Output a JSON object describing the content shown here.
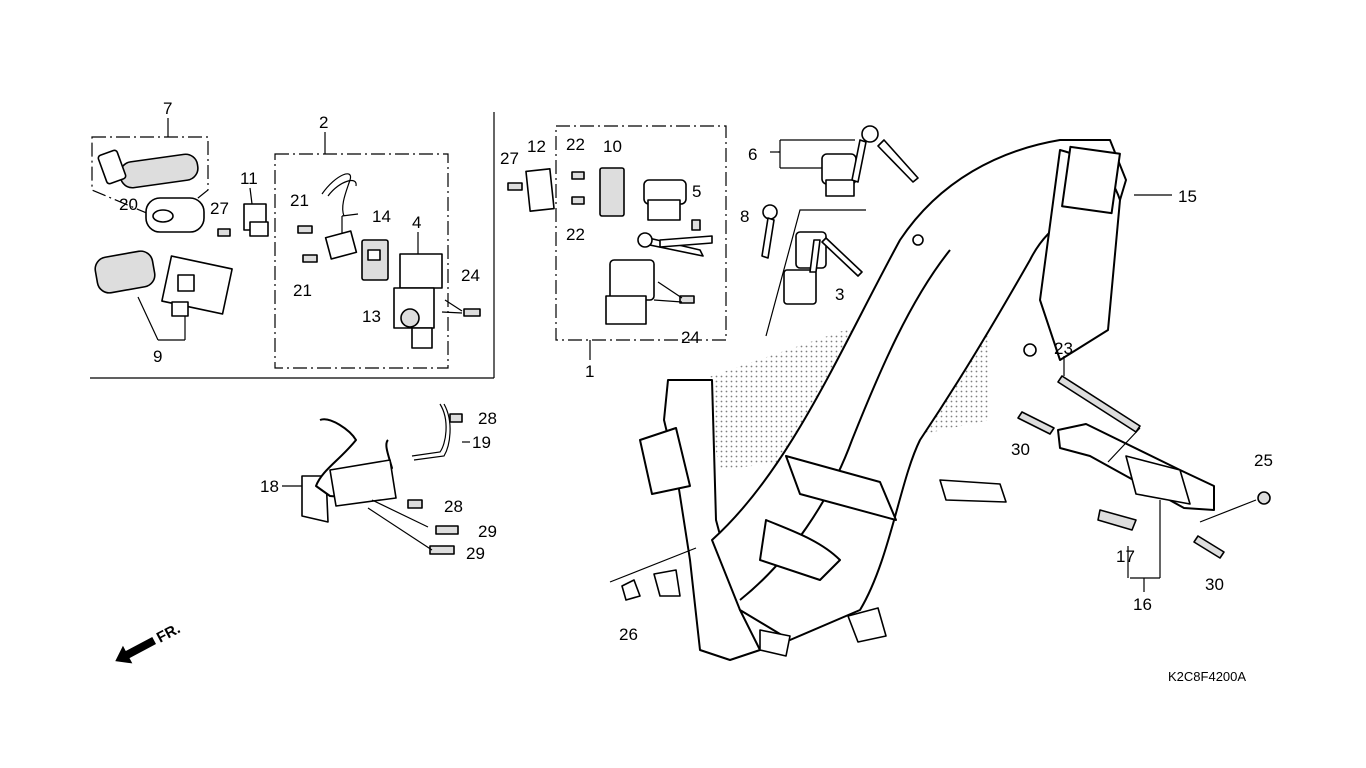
{
  "diagram_code": "K2C8F4200A",
  "direction_label": "FR.",
  "callouts": {
    "c1": "1",
    "c2": "2",
    "c3": "3",
    "c4": "4",
    "c5": "5",
    "c6": "6",
    "c7": "7",
    "c8": "8",
    "c9": "9",
    "c10": "10",
    "c11": "11",
    "c12": "12",
    "c13": "13",
    "c14": "14",
    "c15": "15",
    "c16": "16",
    "c17": "17",
    "c18": "18",
    "c19": "19",
    "c20": "20",
    "c21": "21",
    "c22": "22",
    "c23": "23",
    "c24": "24",
    "c25": "25",
    "c26": "26",
    "c27": "27",
    "c28": "28",
    "c29": "29",
    "c30": "30"
  },
  "icons": {
    "direction": "arrow-icon",
    "fasteners": "bolt-icon",
    "keys": "key-icon"
  }
}
